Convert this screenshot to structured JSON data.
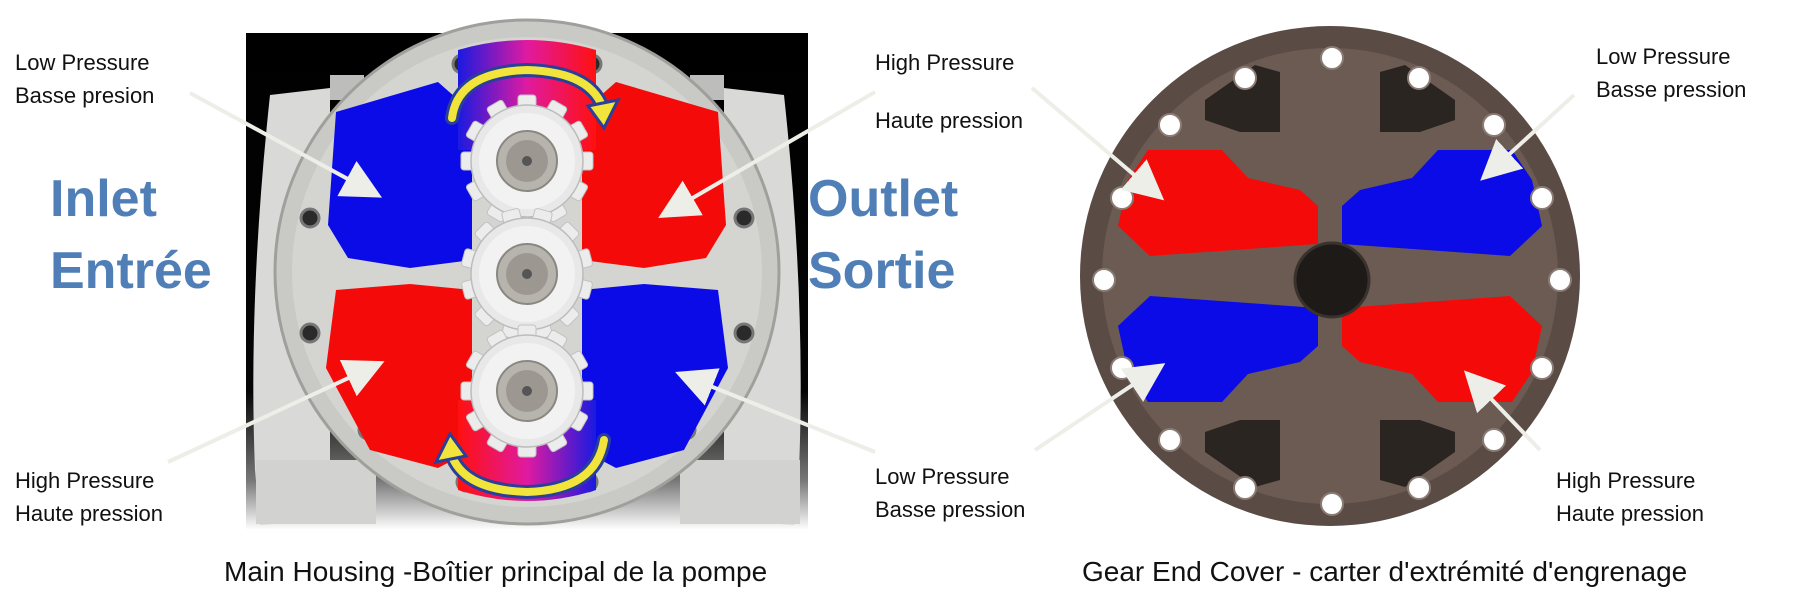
{
  "labels": {
    "left_top": [
      "Low Pressure",
      "Basse presion"
    ],
    "left_bottom": [
      "High Pressure",
      "Haute pression"
    ],
    "mid_top": [
      "High Pressure",
      "Haute pression"
    ],
    "mid_bottom": [
      "Low Pressure",
      "Basse pression"
    ],
    "right_top": [
      "Low Pressure",
      "Basse pression"
    ],
    "right_bottom": [
      "High Pressure",
      "Haute pression"
    ]
  },
  "inlet": [
    "Inlet",
    "Entrée"
  ],
  "outlet": [
    "Outlet",
    "Sortie"
  ],
  "captions": {
    "main_housing": "Main Housing -Boîtier principal de la pompe",
    "gear_cover": "Gear End Cover - carter d'extrémité d'engrenage"
  },
  "colors": {
    "low_pressure": "#0a0ae6",
    "high_pressure": "#f50a0a",
    "title_blue": "#4f7fb6",
    "arrow_yellow": "#f1e43a"
  }
}
